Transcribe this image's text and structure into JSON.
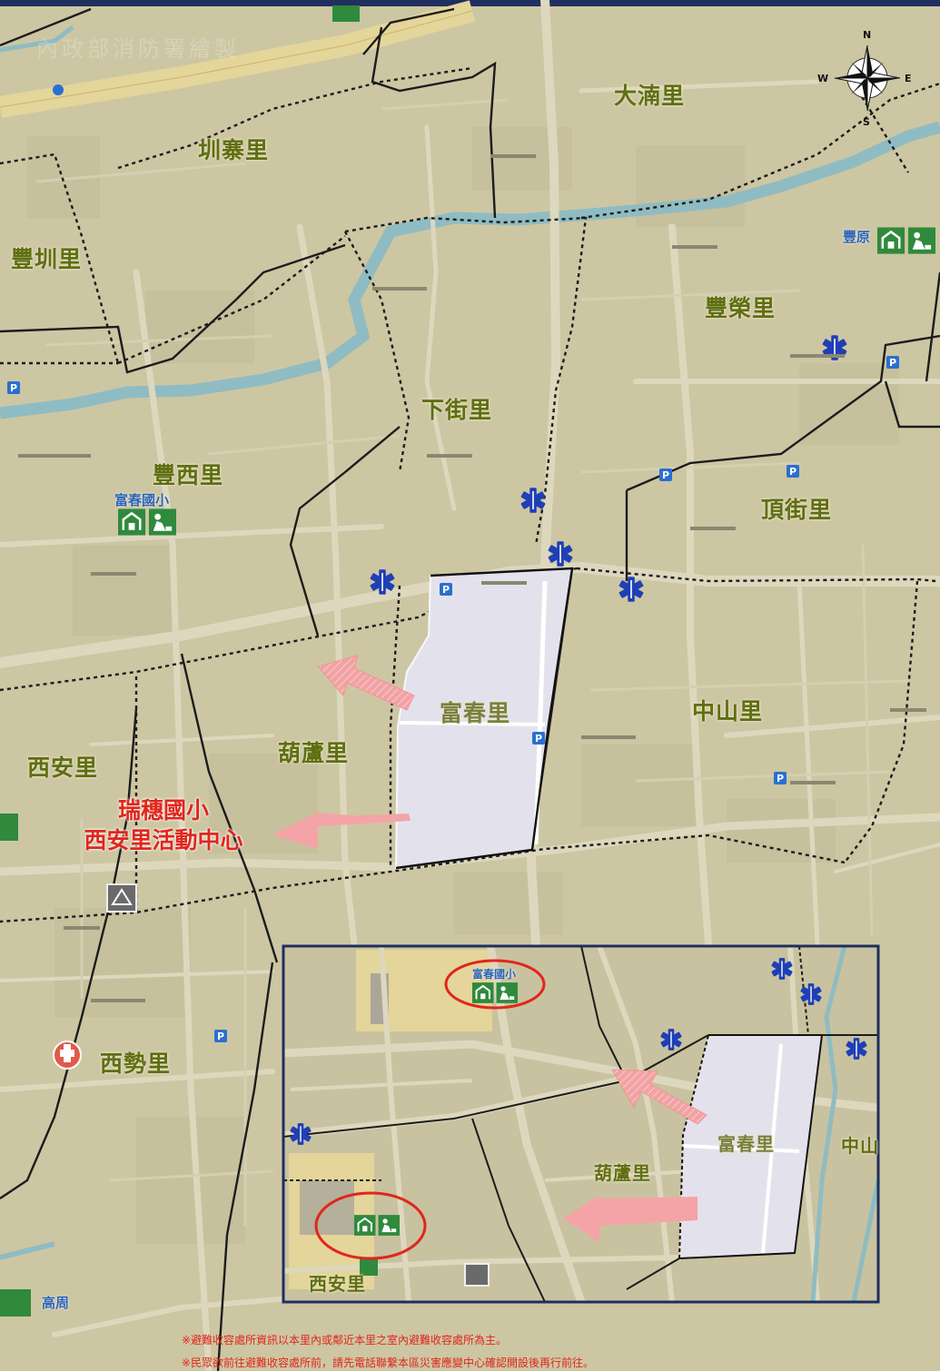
{
  "villages": {
    "dahan": "大湳里",
    "zhenzhai": "圳寨里",
    "fengzhen": "豐圳里",
    "fengrong": "豐榮里",
    "xiajie": "下街里",
    "fengxi": "豐西里",
    "dingjie": "頂街里",
    "fuchun": "富春里",
    "zhongshan": "中山里",
    "hulu": "葫蘆里",
    "xian": "西安里",
    "xishi": "西勢里"
  },
  "inset_villages": {
    "fuchun": "富春里",
    "hulu": "葫蘆里",
    "xian": "西安里",
    "zhongshan": "中山"
  },
  "schools": {
    "fuchun_school": "富春國小",
    "fengyuan": "豐原",
    "gaozhou": "高周"
  },
  "destination": {
    "line1": "瑞穗國小",
    "line2": "西安里活動中心"
  },
  "compass": {
    "n": "N",
    "s": "S",
    "e": "E",
    "w": "W"
  },
  "watermark": "內政部消防署繪製",
  "notes": {
    "line1": "※避難收容處所資訊以本里內或鄰近本里之室內避難收容處所為主。",
    "line2": "※民眾欲前往避難收容處所前，請先電話聯繫本區災害應變中心確認開設後再行前往。"
  },
  "colors": {
    "map_bg": "#cdc6a3",
    "road": "#ddd8bd",
    "river": "#8fbcc2",
    "highlight_area": "#e3e2ec",
    "arrow": "#f4a4a6",
    "destination_text": "#e1261c",
    "village_text": "#5f6f12",
    "inset_border": "#1f2f5e",
    "shelter_icon": "#2f8a3c",
    "ems_icon": "#1e3fb6"
  },
  "icons": [
    "compass-rose-icon",
    "shelter-icon",
    "ems-star-of-life-icon",
    "parking-icon",
    "temple-icon",
    "hospital-icon",
    "school-icon"
  ]
}
